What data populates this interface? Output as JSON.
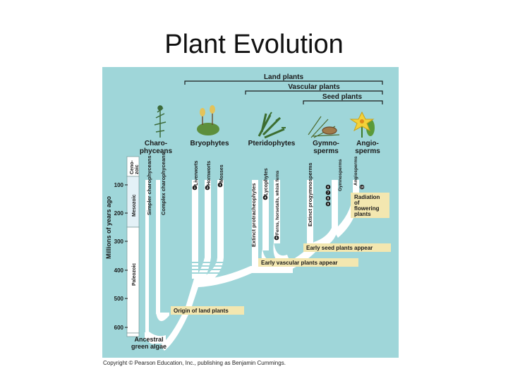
{
  "title": "Plant Evolution",
  "colors": {
    "panel": "#9fd6d9",
    "branch": "#ffffff",
    "label_box": "#f3e7b0",
    "shade": "#cfe7f0",
    "dark": "#1a1a1a"
  },
  "brackets": {
    "land_plants": "Land plants",
    "vascular_plants": "Vascular plants",
    "seed_plants": "Seed plants"
  },
  "groups": {
    "charophyceans_1": "Charo-",
    "charophyceans_2": "phyceans",
    "bryophytes": "Bryophytes",
    "pteridophytes": "Pteridophytes",
    "gymnosperms_1": "Gymno-",
    "gymnosperms_2": "sperms",
    "angiosperms_1": "Angio-",
    "angiosperms_2": "sperms"
  },
  "taxa": {
    "simpler_charophyceans": "Simpler charophyceans",
    "complex_charophyceans": "Complex charophyceans",
    "liverworts": "Liverworts",
    "hornworts": "Hornworts",
    "mosses": "Mosses",
    "extinct_protracheophytes": "Extinct protracheophytes",
    "lycophytes": "Lycophytes",
    "ferns": "Ferns, horsetails, whisk ferns",
    "extinct_progymnosperms": "Extinct progymnosperms",
    "gymnosperms": "Gymnosperms",
    "angiosperms": "Angiosperms"
  },
  "numbers": {
    "n1": "1",
    "n2": "2",
    "n3": "3",
    "n4": "4",
    "n5": "5",
    "n6": "6",
    "n7": "7",
    "n8": "8",
    "n9": "9",
    "n10": "10"
  },
  "axis": {
    "label": "Millions of years ago",
    "ticks": [
      "100",
      "200",
      "300",
      "400",
      "500",
      "600"
    ],
    "eras": {
      "cenozoic_1": "Ceno-",
      "cenozoic_2": "zoic",
      "mesozoic": "Mesozoic",
      "paleozoic": "Paleozoic"
    }
  },
  "events": {
    "radiation_1": "Radiation",
    "radiation_2": "of",
    "radiation_3": "flowering",
    "radiation_4": "plants",
    "early_seed": "Early seed plants appear",
    "early_vascular": "Early vascular plants appear",
    "origin_land": "Origin of land plants",
    "ancestral_1": "Ancestral",
    "ancestral_2": "green algae"
  },
  "copyright": "Copyright © Pearson Education, Inc., publishing as Benjamin Cummings."
}
